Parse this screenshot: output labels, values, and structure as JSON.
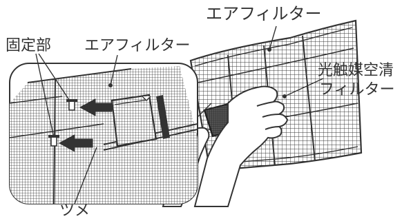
{
  "labels": {
    "air_filter_top": "エアフィルター",
    "fixing_part": "固定部",
    "air_filter_inset": "エアフィルター",
    "photocatalyst_line1": "光触媒空清",
    "photocatalyst_line2": "フィルター",
    "tab": "ツメ"
  },
  "colors": {
    "ink": "#333333",
    "background": "#ffffff",
    "inset_fill": "#ffffff"
  },
  "icons": {
    "arrow": "insertion-arrow-icon"
  }
}
